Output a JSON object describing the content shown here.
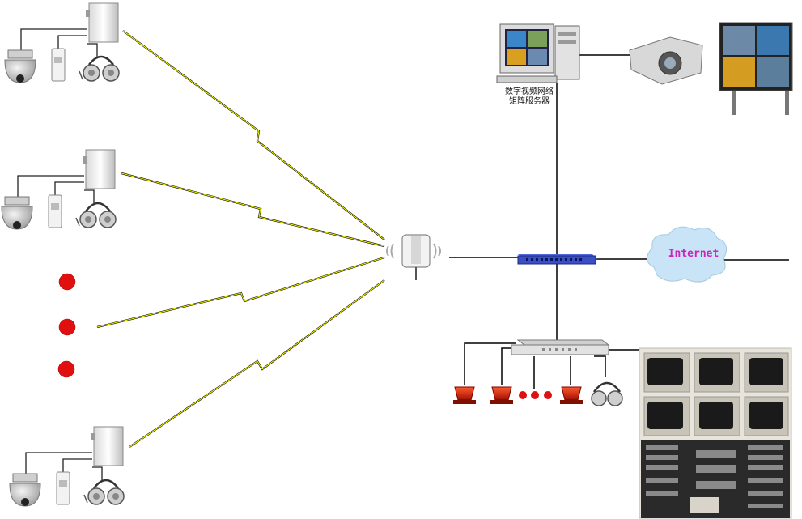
{
  "server_caption": {
    "line1": "数字视频网络",
    "line2": "矩阵服务器"
  },
  "internet_label": "Internet",
  "colors": {
    "wireless_link": "#f2f200",
    "alarm_dot": "#e01010",
    "switch_body": "#3a4fc4",
    "cloud": "#c8e4f6",
    "internet_text": "#d020c0"
  },
  "icons": {
    "remote_site": [
      "wireless-panel-antenna-icon",
      "dome-camera-icon",
      "pir-detector-icon",
      "audio-headset-icon"
    ],
    "central": [
      "omni-access-point-icon",
      "network-switch-icon",
      "video-matrix-server-icon",
      "projector-icon",
      "video-billboard-icon",
      "internet-cloud-icon",
      "alarm-host-icon",
      "alarm-siren-icon",
      "monitor-wall-icon"
    ]
  }
}
